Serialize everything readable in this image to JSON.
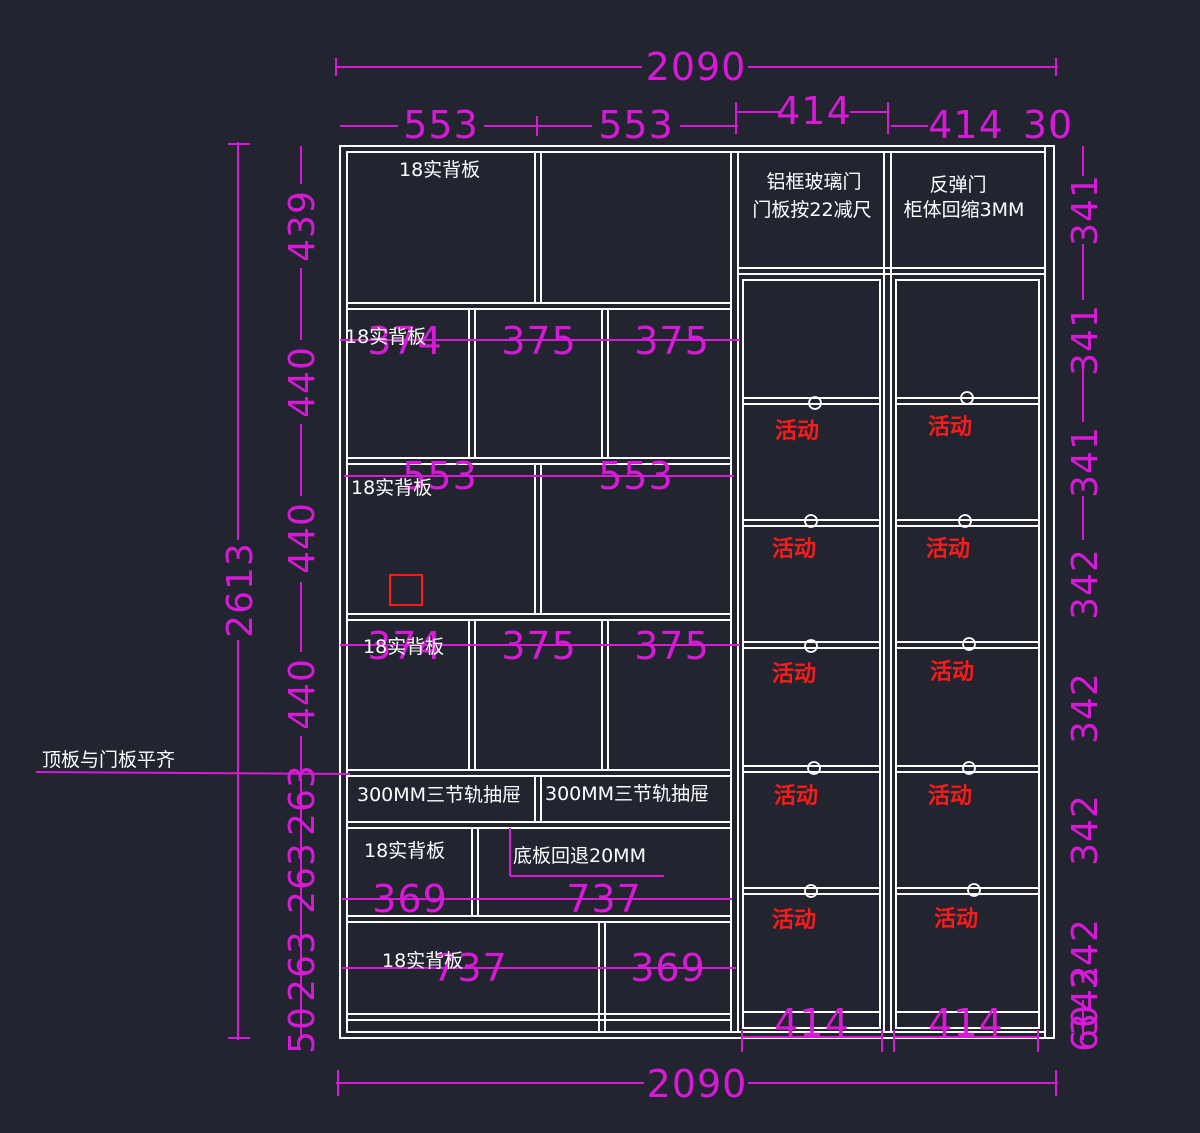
{
  "colors": {
    "background": "#222530",
    "dimension": "#d81ad8",
    "panel": "#ffffff",
    "marker": "#ff1a1a"
  },
  "dims": {
    "top_total": "2090",
    "bottom_total": "2090",
    "top_w1": "553",
    "top_w2": "553",
    "top_w3": "414",
    "top_w4": "414",
    "top_w5": "30",
    "row2_a": "374",
    "row2_b": "375",
    "row2_c": "375",
    "row3_a": "553",
    "row3_b": "553",
    "row4_a": "374",
    "row4_b": "375",
    "row4_c": "375",
    "row6_a": "369",
    "row6_b": "737",
    "row7_a": "737",
    "row7_b": "369",
    "bottom_r1": "414",
    "bottom_r2": "414",
    "height_total": "2613",
    "left_h1": "439",
    "left_h2": "440",
    "left_h3": "440",
    "left_h4": "440",
    "left_h5": "263",
    "left_h6": "263",
    "left_h7": "263",
    "left_h8": "50",
    "right_h1": "341",
    "right_h2": "341",
    "right_h3": "341",
    "right_h4": "342",
    "right_h5": "342",
    "right_h6": "342",
    "right_h7": "342",
    "right_h8": "342",
    "right_h9": "60"
  },
  "notes": {
    "back_1": "18实背板",
    "back_2": "18实背板",
    "back_3": "18实背板",
    "back_4": "18实背板",
    "back_5": "18实背板",
    "back_6": "18实背板",
    "glass_door_1": "铝框玻璃门",
    "glass_door_2": "门板按22减尺",
    "push_door_1": "反弹门",
    "push_door_2": "柜体回缩3MM",
    "drawer_1": "300MM三节轨抽屉",
    "drawer_2": "300MM三节轨抽屉",
    "bottom_recess": "底板回退20MM",
    "top_flush": "顶板与门板平齐"
  },
  "shelf_labels": [
    "活动",
    "活动",
    "活动",
    "活动",
    "活动",
    "活动",
    "活动",
    "活动",
    "活动",
    "活动"
  ]
}
